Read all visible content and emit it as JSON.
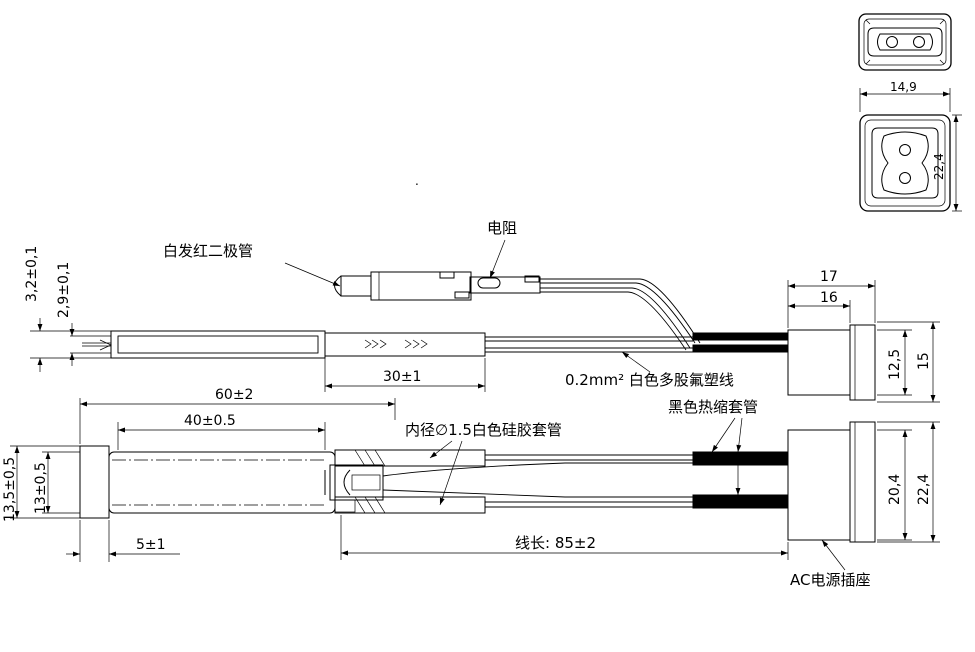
{
  "labels": {
    "led": "白发红二极管",
    "resistor": "电阻",
    "wire": "0.2mm² 白色多股氟塑线",
    "heat_shrink": "黑色热缩套管",
    "silicone_sleeve": "内径∅1.5白色硅胶套管",
    "ac_socket": "AC电源插座",
    "wire_length": "线长: 85±2"
  },
  "dimensions": {
    "d_3_2": "3,2±0,1",
    "d_2_9": "2,9±0,1",
    "d_30": "30±1",
    "d_60": "60±2",
    "d_40": "40±0.5",
    "d_13_5": "13,5±0,5",
    "d_13": "13±0,5",
    "d_5": "5±1",
    "d_17": "17",
    "d_16": "16",
    "d_12_5": "12,5",
    "d_15": "15",
    "d_20_4": "20,4",
    "d_22_4_side": "22,4",
    "d_14_9": "14,9",
    "d_22_4_top": "22,4"
  }
}
